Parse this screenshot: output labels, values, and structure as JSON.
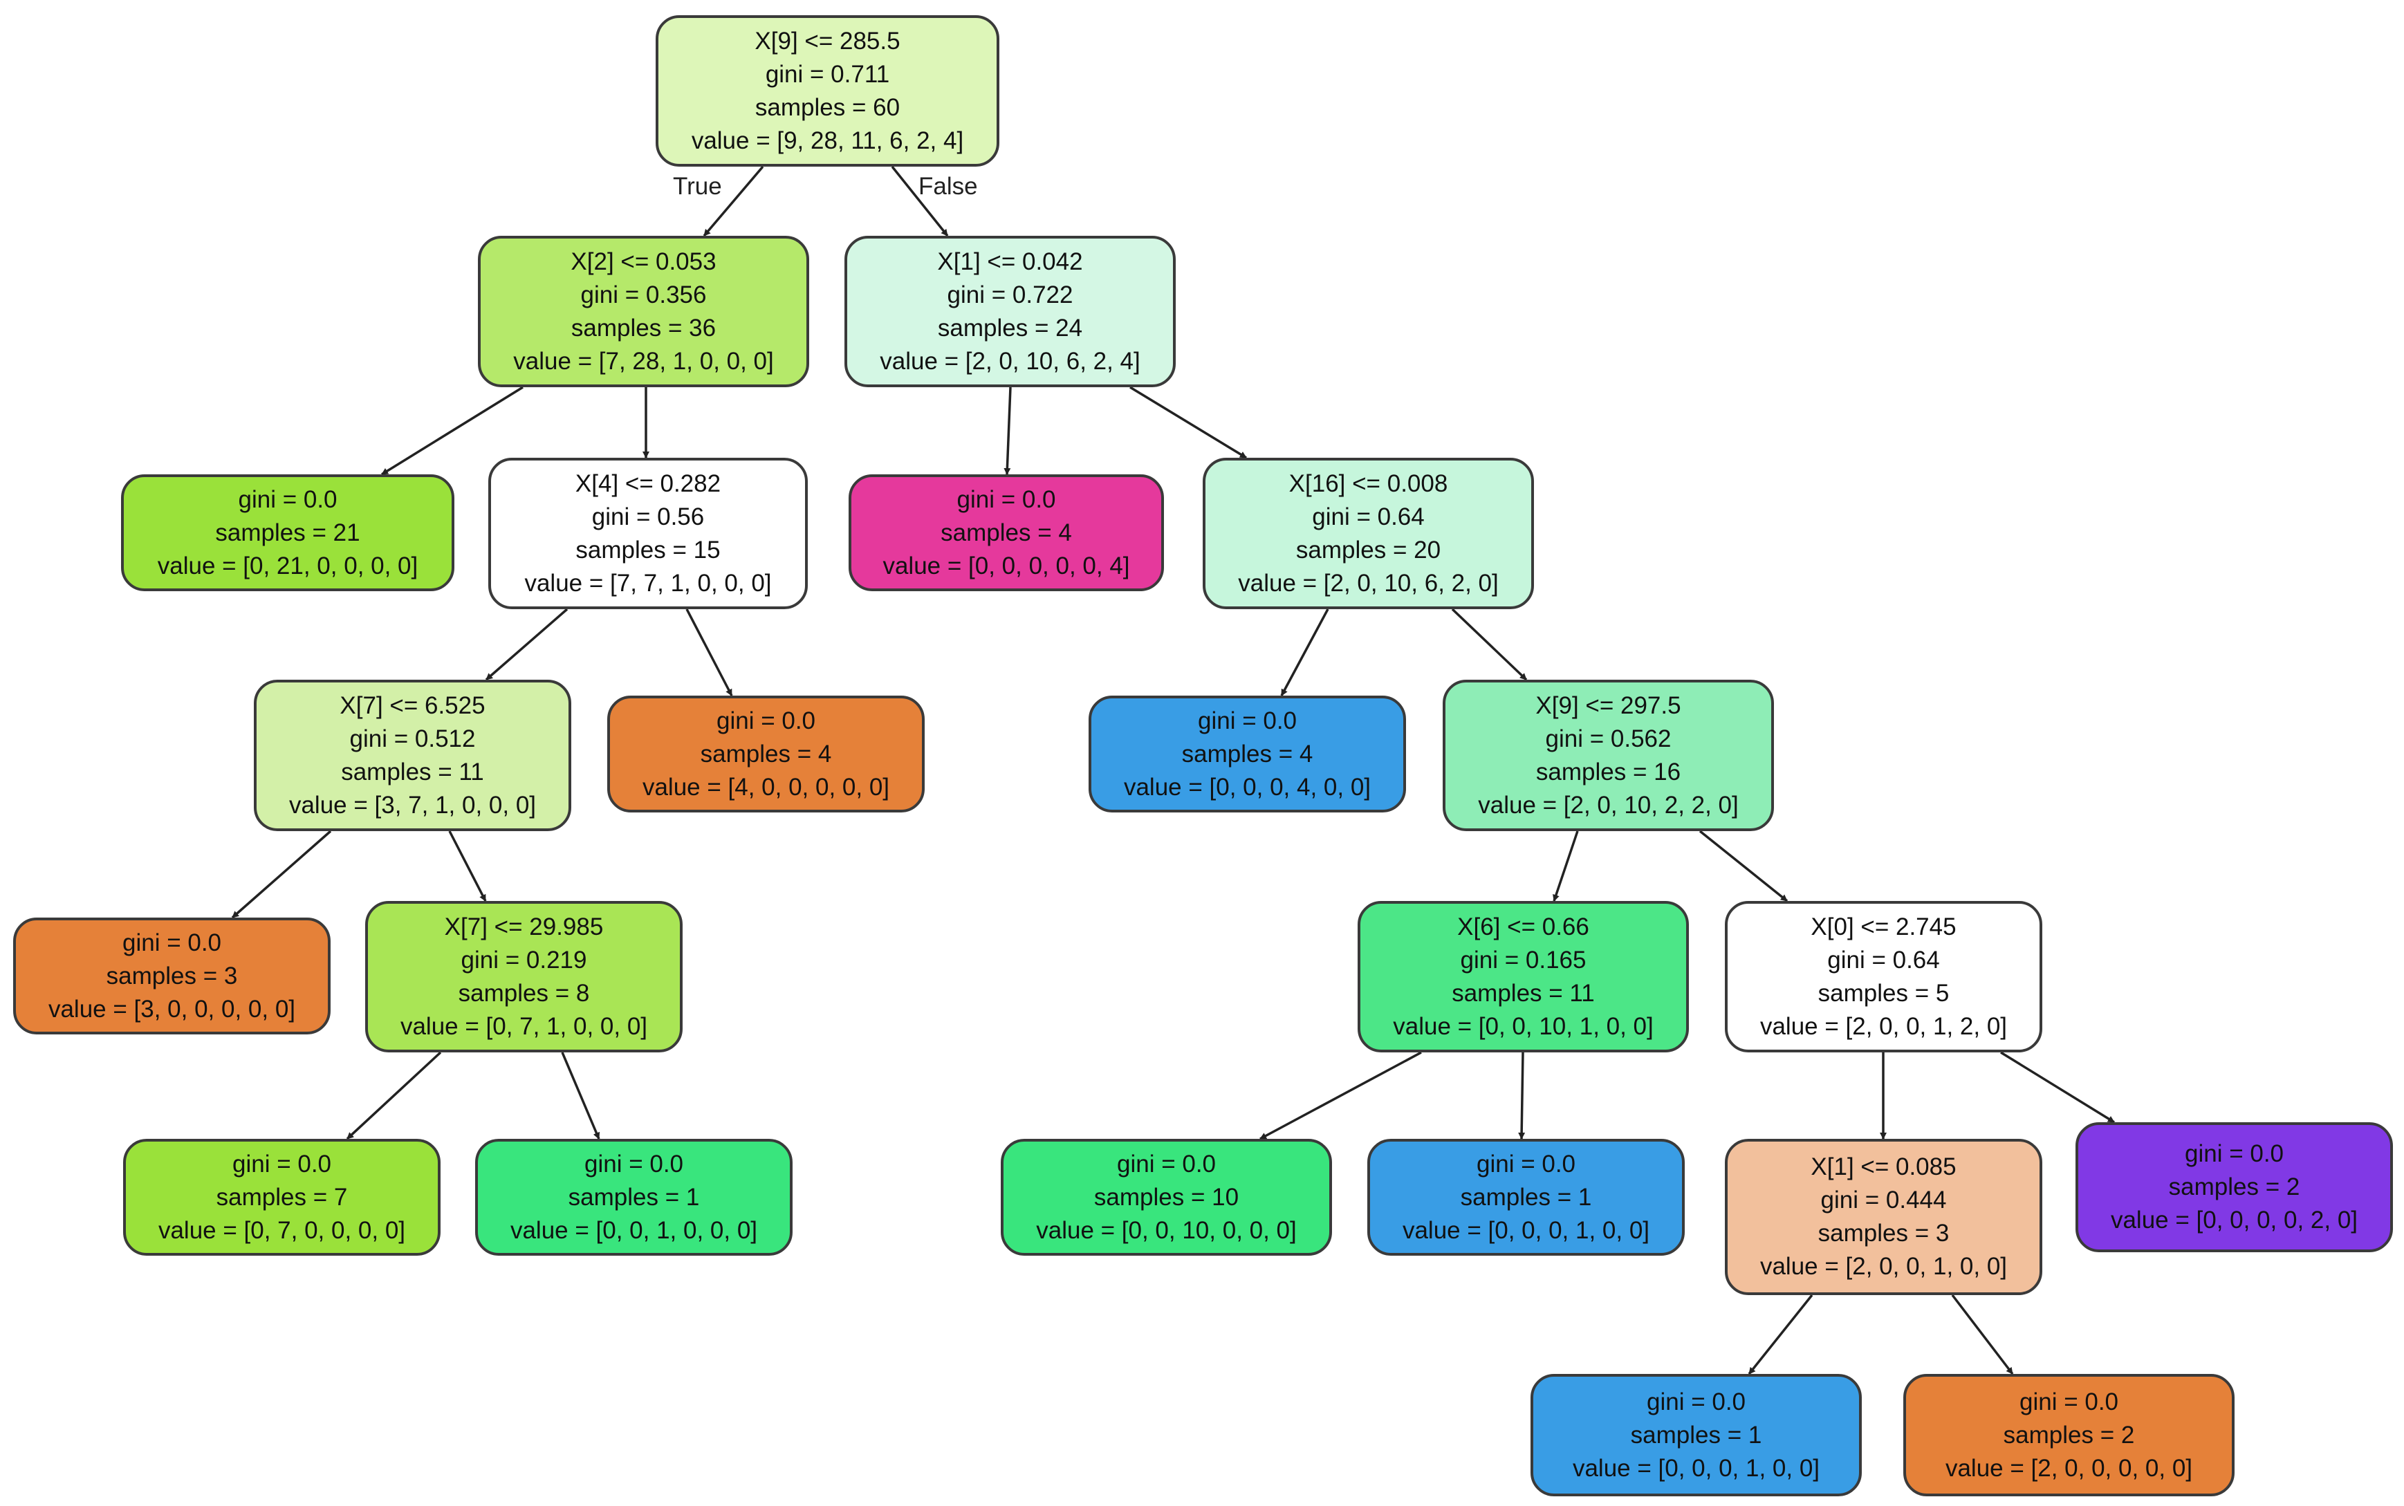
{
  "nodes": [
    {
      "id": "n0",
      "lines": [
        "X[9] <= 285.5",
        "gini = 0.711",
        "samples = 60",
        "value = [9, 28, 11, 6, 2, 4]"
      ],
      "fill": "#ddf6b8"
    },
    {
      "id": "n1",
      "lines": [
        "X[2] <= 0.053",
        "gini = 0.356",
        "samples = 36",
        "value = [7, 28, 1, 0, 0, 0]"
      ],
      "fill": "#b5e96a"
    },
    {
      "id": "n2",
      "lines": [
        "X[1] <= 0.042",
        "gini = 0.722",
        "samples = 24",
        "value = [2, 0, 10, 6, 2, 4]"
      ],
      "fill": "#d4f7e4"
    },
    {
      "id": "n3",
      "lines": [
        "gini = 0.0",
        "samples = 21",
        "value = [0, 21, 0, 0, 0, 0]"
      ],
      "fill": "#9ae13a"
    },
    {
      "id": "n4",
      "lines": [
        "X[4] <= 0.282",
        "gini = 0.56",
        "samples = 15",
        "value = [7, 7, 1, 0, 0, 0]"
      ],
      "fill": "#ffffff"
    },
    {
      "id": "n5",
      "lines": [
        "gini = 0.0",
        "samples = 4",
        "value = [0, 0, 0, 0, 0, 4]"
      ],
      "fill": "#e5399c"
    },
    {
      "id": "n6",
      "lines": [
        "X[16] <= 0.008",
        "gini = 0.64",
        "samples = 20",
        "value = [2, 0, 10, 6, 2, 0]"
      ],
      "fill": "#c6f6dc"
    },
    {
      "id": "n7",
      "lines": [
        "X[7] <= 6.525",
        "gini = 0.512",
        "samples = 11",
        "value = [3, 7, 1, 0, 0, 0]"
      ],
      "fill": "#d3f0a8"
    },
    {
      "id": "n8",
      "lines": [
        "gini = 0.0",
        "samples = 4",
        "value = [4, 0, 0, 0, 0, 0]"
      ],
      "fill": "#e58139"
    },
    {
      "id": "n9",
      "lines": [
        "gini = 0.0",
        "samples = 4",
        "value = [0, 0, 0, 4, 0, 0]"
      ],
      "fill": "#399de5"
    },
    {
      "id": "n10",
      "lines": [
        "X[9] <= 297.5",
        "gini = 0.562",
        "samples = 16",
        "value = [2, 0, 10, 2, 2, 0]"
      ],
      "fill": "#8eedb6"
    },
    {
      "id": "n11",
      "lines": [
        "gini = 0.0",
        "samples = 3",
        "value = [3, 0, 0, 0, 0, 0]"
      ],
      "fill": "#e58139"
    },
    {
      "id": "n12",
      "lines": [
        "X[7] <= 29.985",
        "gini = 0.219",
        "samples = 8",
        "value = [0, 7, 1, 0, 0, 0]"
      ],
      "fill": "#a9e555"
    },
    {
      "id": "n13",
      "lines": [
        "X[6] <= 0.66",
        "gini = 0.165",
        "samples = 11",
        "value = [0, 0, 10, 1, 0, 0]"
      ],
      "fill": "#4ce687"
    },
    {
      "id": "n14",
      "lines": [
        "X[0] <= 2.745",
        "gini = 0.64",
        "samples = 5",
        "value = [2, 0, 0, 1, 2, 0]"
      ],
      "fill": "#ffffff"
    },
    {
      "id": "n15",
      "lines": [
        "gini = 0.0",
        "samples = 7",
        "value = [0, 7, 0, 0, 0, 0]"
      ],
      "fill": "#9ae13a"
    },
    {
      "id": "n16",
      "lines": [
        "gini = 0.0",
        "samples = 1",
        "value = [0, 0, 1, 0, 0, 0]"
      ],
      "fill": "#39e57d"
    },
    {
      "id": "n17",
      "lines": [
        "gini = 0.0",
        "samples = 10",
        "value = [0, 0, 10, 0, 0, 0]"
      ],
      "fill": "#39e57d"
    },
    {
      "id": "n18",
      "lines": [
        "gini = 0.0",
        "samples = 1",
        "value = [0, 0, 0, 1, 0, 0]"
      ],
      "fill": "#399de5"
    },
    {
      "id": "n19",
      "lines": [
        "X[1] <= 0.085",
        "gini = 0.444",
        "samples = 3",
        "value = [2, 0, 0, 1, 0, 0]"
      ],
      "fill": "#f2c09c"
    },
    {
      "id": "n20",
      "lines": [
        "gini = 0.0",
        "samples = 2",
        "value = [0, 0, 0, 0, 2, 0]"
      ],
      "fill": "#8139e5"
    },
    {
      "id": "n21",
      "lines": [
        "gini = 0.0",
        "samples = 1",
        "value = [0, 0, 0, 1, 0, 0]"
      ],
      "fill": "#399de5"
    },
    {
      "id": "n22",
      "lines": [
        "gini = 0.0",
        "samples = 2",
        "value = [2, 0, 0, 0, 0, 0]"
      ],
      "fill": "#e58139"
    }
  ],
  "edges": [
    {
      "from": "n0",
      "to": "n1",
      "label": "True"
    },
    {
      "from": "n0",
      "to": "n2",
      "label": "False"
    },
    {
      "from": "n1",
      "to": "n3"
    },
    {
      "from": "n1",
      "to": "n4"
    },
    {
      "from": "n2",
      "to": "n5"
    },
    {
      "from": "n2",
      "to": "n6"
    },
    {
      "from": "n4",
      "to": "n7"
    },
    {
      "from": "n4",
      "to": "n8"
    },
    {
      "from": "n6",
      "to": "n9"
    },
    {
      "from": "n6",
      "to": "n10"
    },
    {
      "from": "n7",
      "to": "n11"
    },
    {
      "from": "n7",
      "to": "n12"
    },
    {
      "from": "n10",
      "to": "n13"
    },
    {
      "from": "n10",
      "to": "n14"
    },
    {
      "from": "n12",
      "to": "n15"
    },
    {
      "from": "n12",
      "to": "n16"
    },
    {
      "from": "n13",
      "to": "n17"
    },
    {
      "from": "n13",
      "to": "n18"
    },
    {
      "from": "n14",
      "to": "n19"
    },
    {
      "from": "n14",
      "to": "n20"
    },
    {
      "from": "n19",
      "to": "n21"
    },
    {
      "from": "n19",
      "to": "n22"
    }
  ]
}
